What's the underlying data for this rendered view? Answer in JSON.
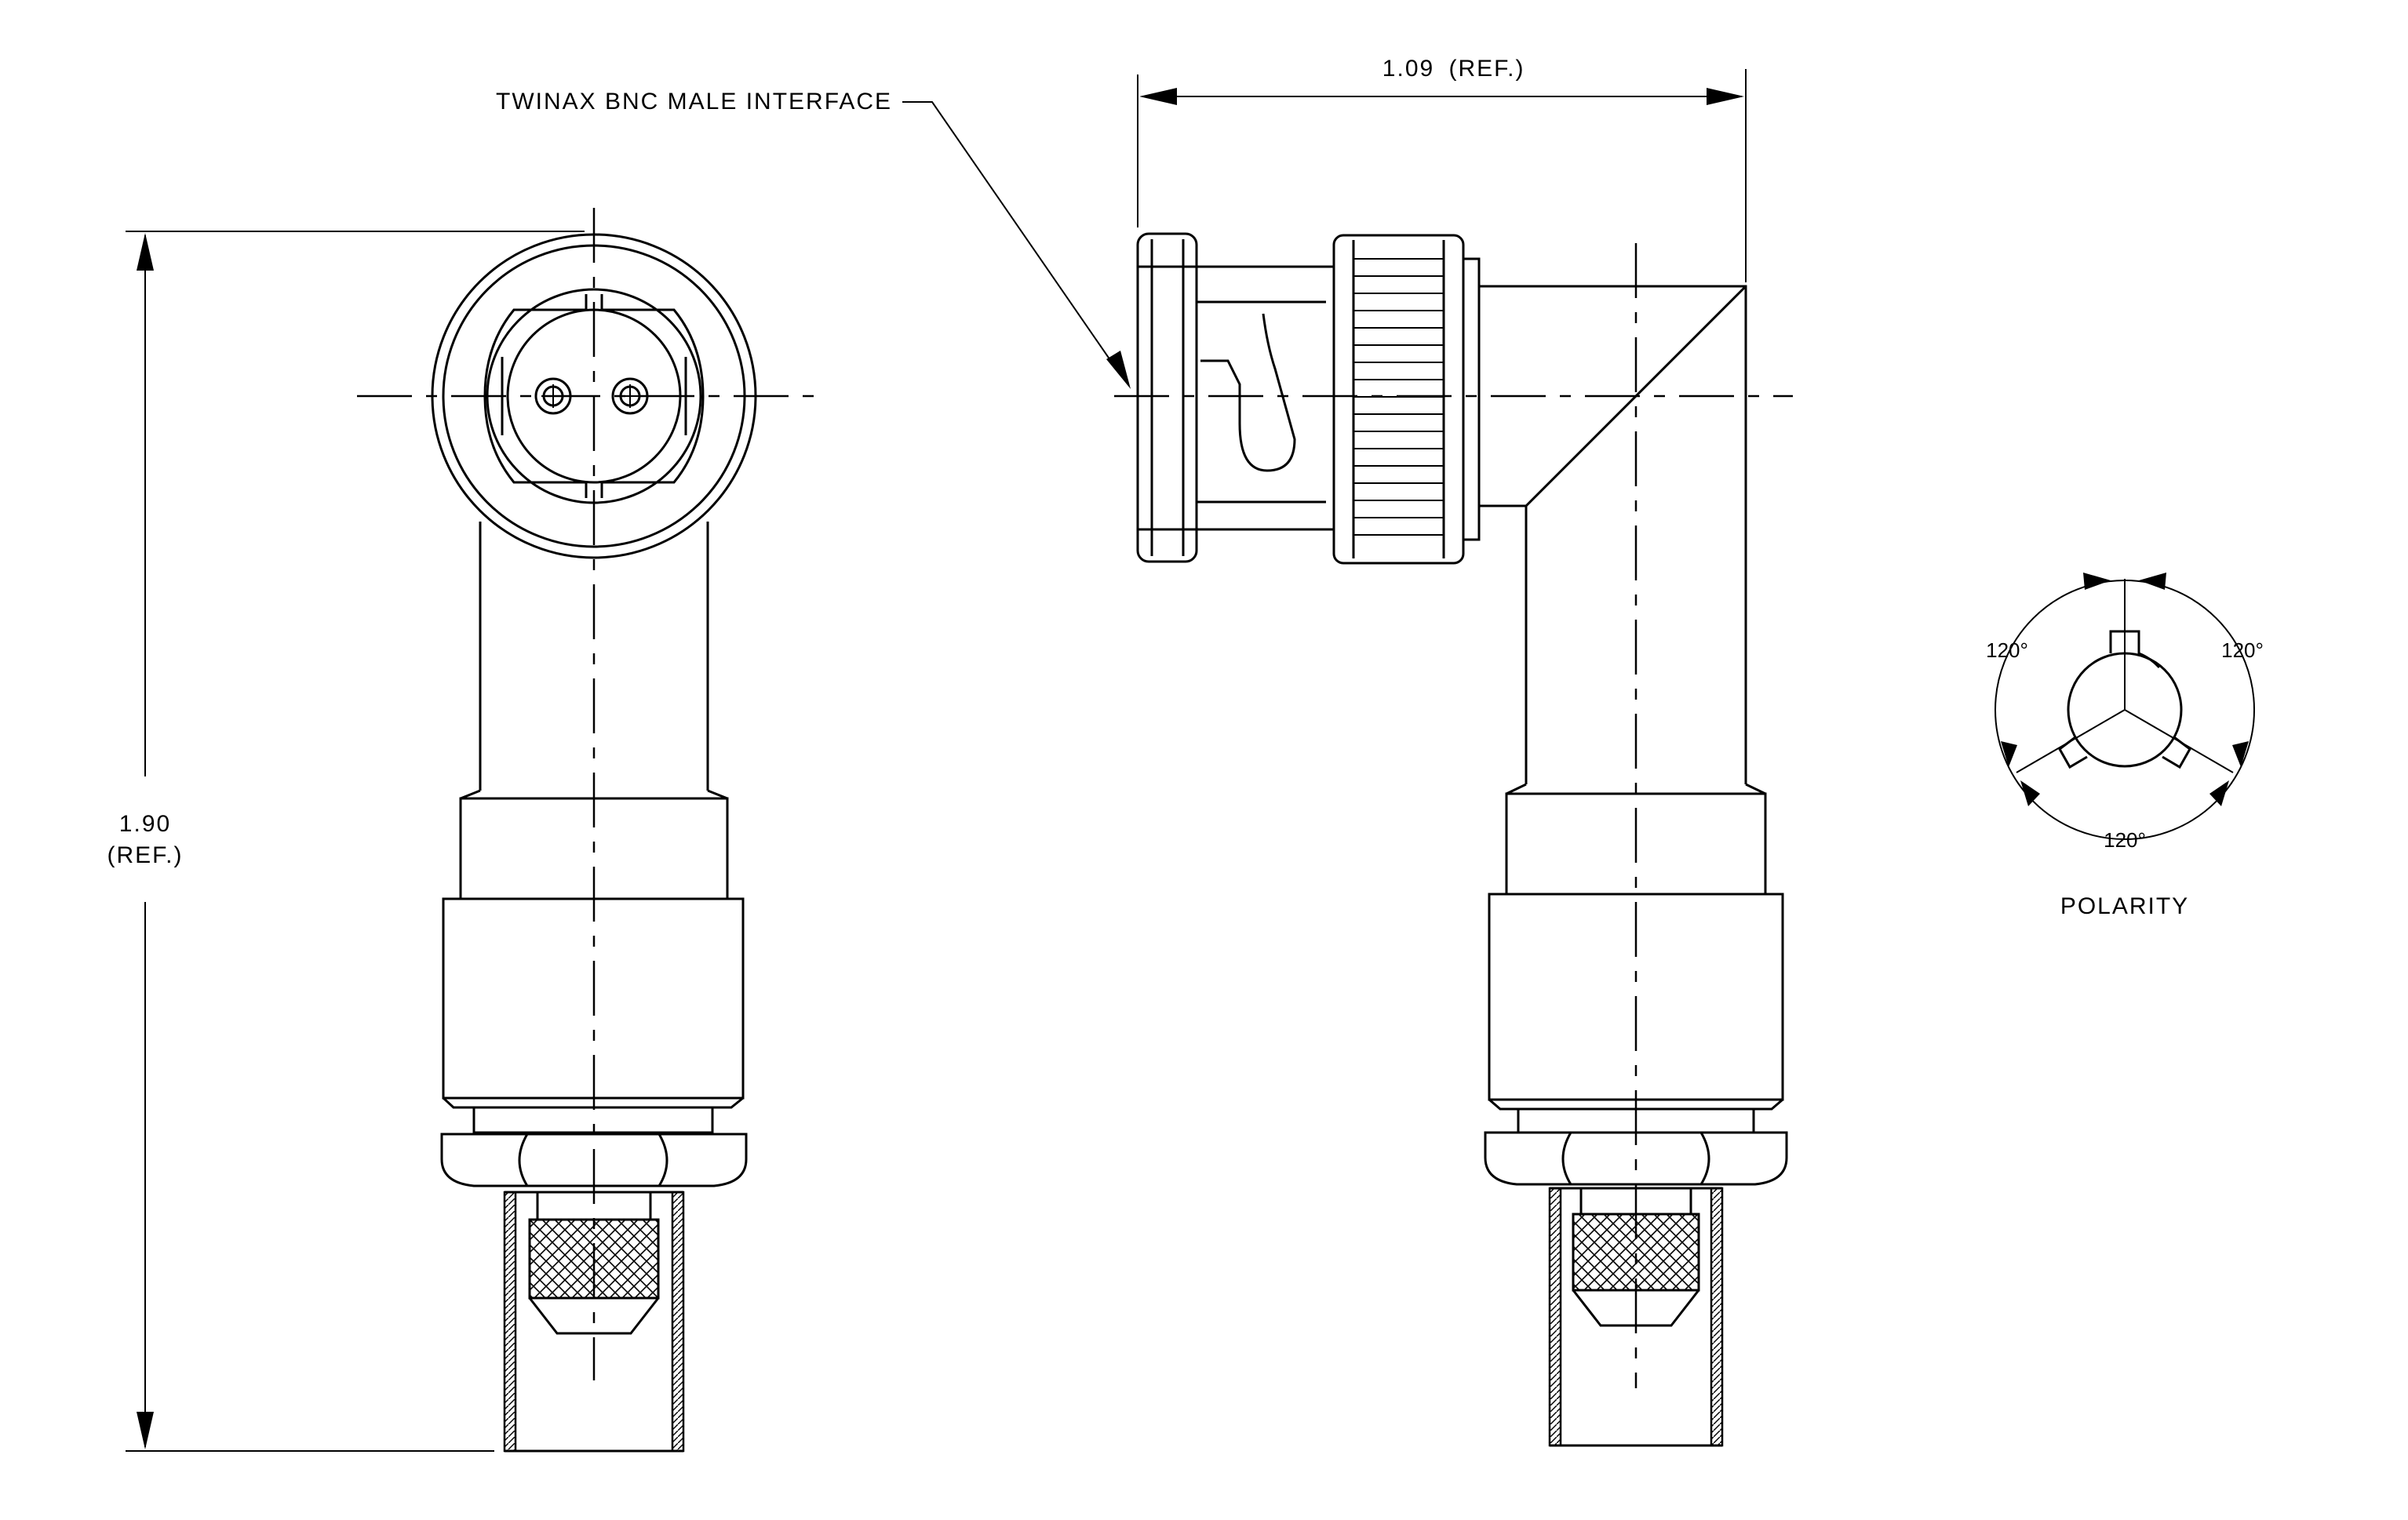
{
  "labels": {
    "interface": "TWINAX BNC MALE INTERFACE",
    "width_value": "1.09",
    "width_ref": "(REF.)",
    "height_value": "1.90",
    "height_ref": "(REF.)",
    "angle_left": "120°",
    "angle_right": "120°",
    "angle_bottom": "120°",
    "polarity": "POLARITY"
  }
}
